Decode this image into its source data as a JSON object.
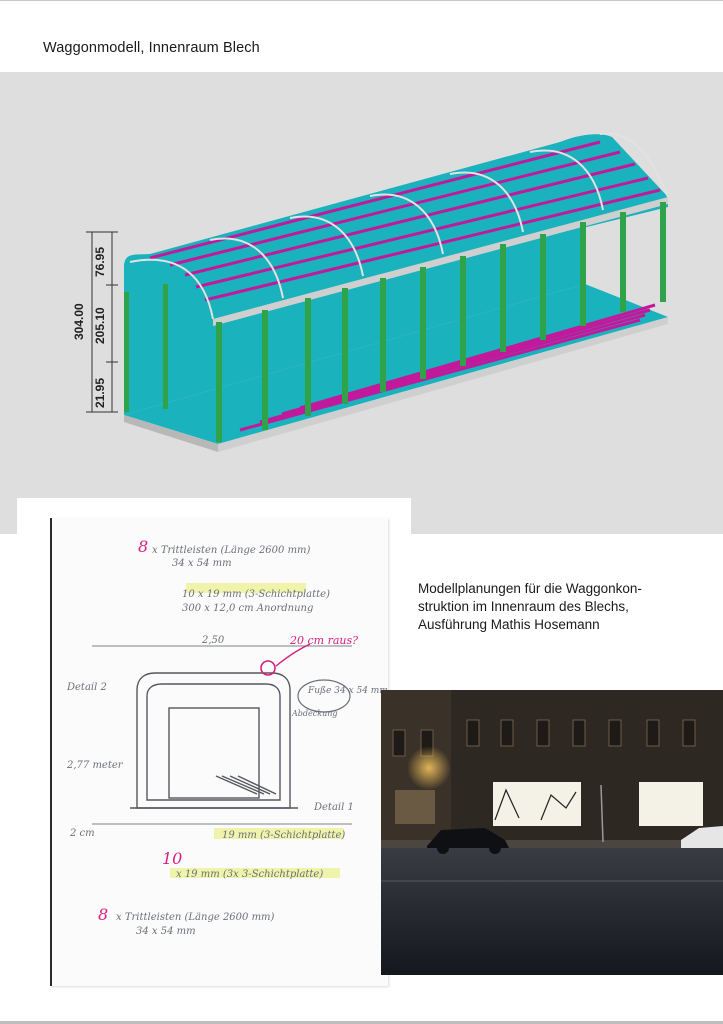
{
  "page": {
    "title": "Waggonmodell, Innenraum Blech"
  },
  "render": {
    "dimensions": {
      "total": "304.00",
      "top": "76.95",
      "middle": "205.10",
      "bottom": "21.95"
    },
    "colors": {
      "panel_bg": "#dedede",
      "roof_plate": "#19b2bd",
      "rib": "#c2199c",
      "post": "#2fa24a",
      "floor": "#19b2bd",
      "rail": "#c9c9c9"
    }
  },
  "sketch": {
    "notes": {
      "n1_num": "8",
      "n1_text": "x Trittleisten (Länge 2600 mm)",
      "n1_sub": "34 x 54 mm",
      "n2_text": "10 x 19 mm (3-Schichtplatte)",
      "n2_sub": "300 x 12,0 cm Anordnung",
      "n3": "2,50",
      "n4": "20 cm raus?",
      "n5": "Detail 2",
      "n6": "Fuße 34 x 54 mm",
      "n7": "Abdeckung",
      "n8": "2,77 meter",
      "n9": "Detail 1",
      "n10": "2 cm",
      "n11": "19 mm (3-Schichtplatte)",
      "n12_num": "10",
      "n12_text": "x 19 mm (3x 3-Schichtplatte)",
      "n13_num": "8",
      "n13_text": "x Trittleisten (Länge 2600 mm)",
      "n13_sub": "34 x 54 mm"
    },
    "colors": {
      "ink_pink": "#d61f7e",
      "ink_pencil": "#6b6f7a",
      "highlight": "#e9f08a"
    }
  },
  "caption": {
    "line1": "Modellplanungen für die Waggonkon-",
    "line2": "struktion im Innenraum des Blechs,",
    "line3": "Ausführung Mathis Hosemann"
  },
  "photo": {
    "colors": {
      "sky": "#1d1c22",
      "facade": "#2a2622",
      "window_glow": "#f4f1e6",
      "street": "#23252c"
    }
  }
}
